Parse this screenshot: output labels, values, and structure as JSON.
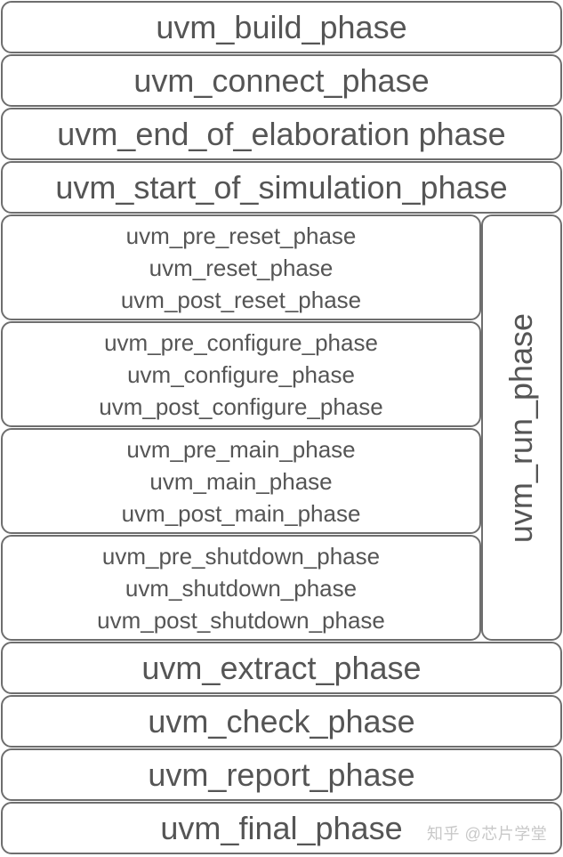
{
  "phases_top": [
    "uvm_build_phase",
    "uvm_connect_phase",
    "uvm_end_of_elaboration phase",
    "uvm_start_of_simulation_phase"
  ],
  "run_phase_label": "uvm_run_phase",
  "run_subgroups": [
    [
      "uvm_pre_reset_phase",
      "uvm_reset_phase",
      "uvm_post_reset_phase"
    ],
    [
      "uvm_pre_configure_phase",
      "uvm_configure_phase",
      "uvm_post_configure_phase"
    ],
    [
      "uvm_pre_main_phase",
      "uvm_main_phase",
      "uvm_post_main_phase"
    ],
    [
      "uvm_pre_shutdown_phase",
      "uvm_shutdown_phase",
      "uvm_post_shutdown_phase"
    ]
  ],
  "phases_bottom": [
    "uvm_extract_phase",
    "uvm_check_phase",
    "uvm_report_phase",
    "uvm_final_phase"
  ],
  "watermark": "知乎 @芯片学堂",
  "colors": {
    "border": "#6e6e6e",
    "text": "#555555",
    "background": "#ffffff"
  }
}
